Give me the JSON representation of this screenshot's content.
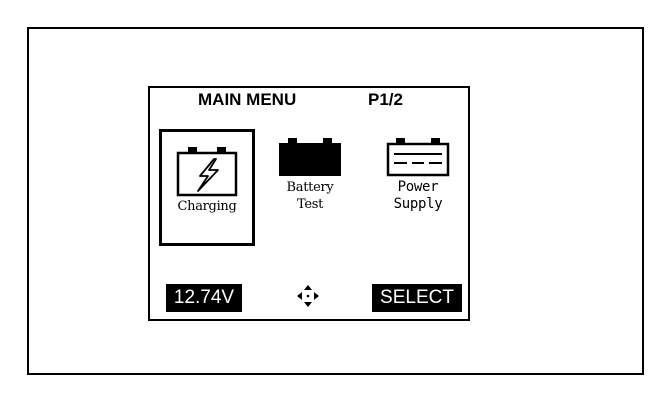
{
  "header": {
    "title": "MAIN MENU",
    "page_indicator": "P1/2"
  },
  "menu": {
    "items": [
      {
        "icon": "battery-charging-icon",
        "label": "Charging",
        "selected": true
      },
      {
        "icon": "battery-filled-icon",
        "label_line1": "Battery",
        "label_line2": "Test",
        "selected": false
      },
      {
        "icon": "battery-outline-icon",
        "label_line1": "Power",
        "label_line2": "Supply",
        "selected": false
      }
    ]
  },
  "footer": {
    "voltage": "12.74V",
    "navigation_icon": "four-way-arrows-icon",
    "select_label": "SELECT"
  },
  "colors": {
    "foreground": "#000000",
    "background": "#ffffff"
  }
}
